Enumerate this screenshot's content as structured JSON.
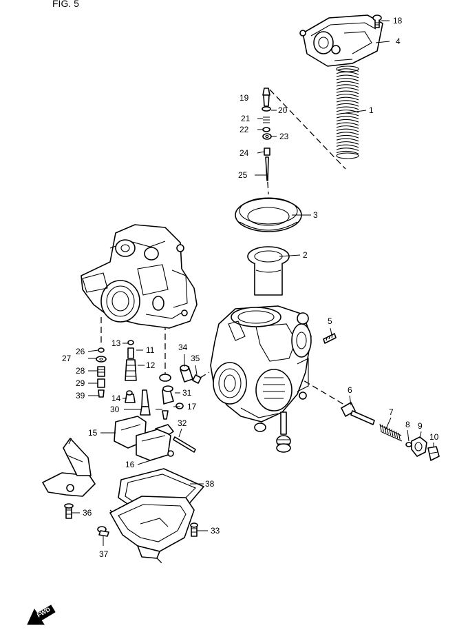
{
  "header_fragment": "FIG. 5",
  "fwd_label": "FWD",
  "callouts": {
    "c1": "1",
    "c2": "2",
    "c3": "3",
    "c4": "4",
    "c5": "5",
    "c6": "6",
    "c7": "7",
    "c8": "8",
    "c9": "9",
    "c10": "10",
    "c11": "11",
    "c12": "12",
    "c13": "13",
    "c14": "14",
    "c15": "15",
    "c16": "16",
    "c17": "17",
    "c18": "18",
    "c19": "19",
    "c20": "20",
    "c21": "21",
    "c22": "22",
    "c23": "23",
    "c24": "24",
    "c25": "25",
    "c26": "26",
    "c27": "27",
    "c28": "28",
    "c29": "29",
    "c30": "30",
    "c31": "31",
    "c32": "32",
    "c33": "33",
    "c34": "34",
    "c35": "35",
    "c36": "36",
    "c37": "37",
    "c38": "38",
    "c39": "39"
  }
}
